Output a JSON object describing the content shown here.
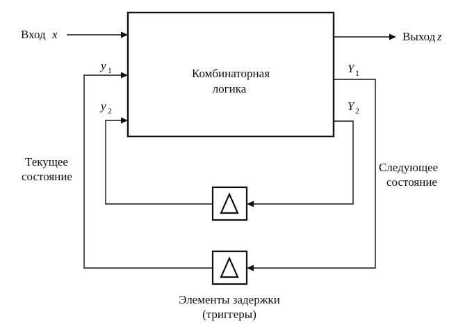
{
  "logic_block": {
    "line1": "Комбинаторная",
    "line2": "логика"
  },
  "input": {
    "label": "Вход",
    "var": "x"
  },
  "output": {
    "label": "Выход",
    "var": "z"
  },
  "present_state": {
    "line1": "Текущее",
    "line2": "состояние",
    "signals": [
      {
        "var": "y",
        "sub": "1"
      },
      {
        "var": "y",
        "sub": "2"
      }
    ]
  },
  "next_state": {
    "line1": "Следующее",
    "line2": "состояние",
    "signals": [
      {
        "var": "Y",
        "sub": "1"
      },
      {
        "var": "Y",
        "sub": "2"
      }
    ]
  },
  "delay_symbol": "Δ",
  "delay_caption": {
    "line1": "Элементы задержки",
    "line2": "(триггеры)"
  }
}
